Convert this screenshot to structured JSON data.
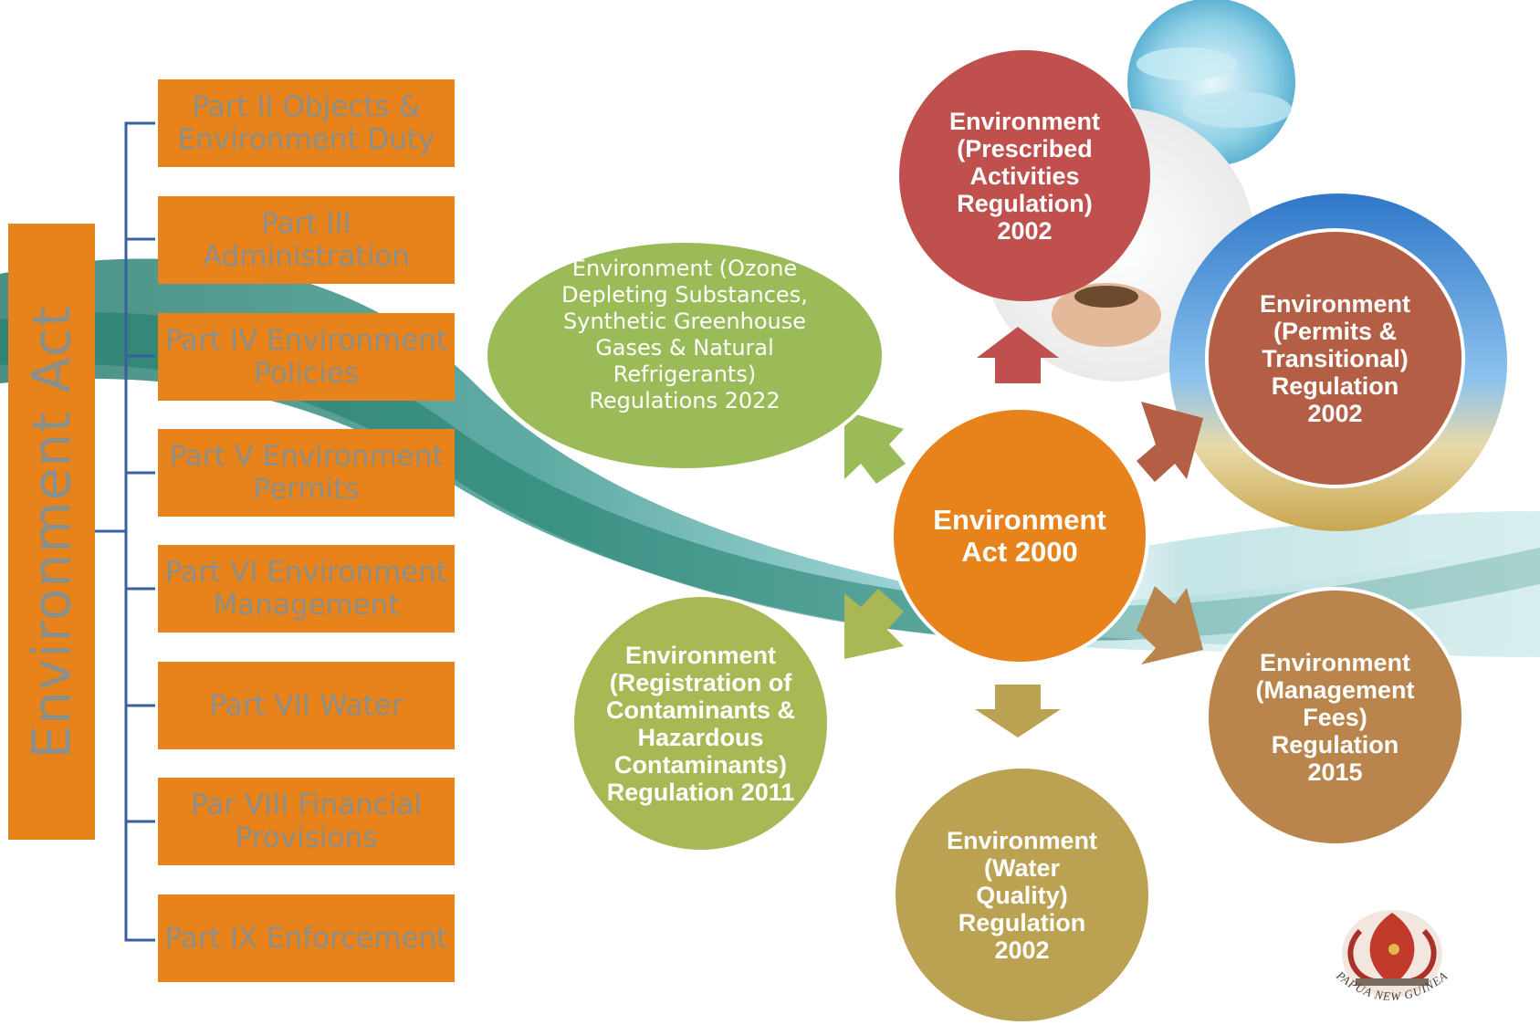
{
  "title": "Environment Act",
  "parts": [
    "Part II Objects & Environment Duty",
    "Part III Administration",
    "Part IV Environment Policies",
    "Part V Environment Permits",
    "Part VI Environment Management",
    "Part VII Water",
    "Par VIII Financial Provisions",
    "Part IX Enforcement"
  ],
  "center": "Environment Act 2000",
  "regulations": {
    "prescribed": "Environment (Prescribed Activities Regulation) 2002",
    "permits": "Environment (Permits & Transitional) Regulation 2002",
    "fees": "Environment (Management Fees) Regulation 2015",
    "water": "Environment (Water Quality) Regulation 2002",
    "contaminants": "Environment (Registration of Contaminants & Hazardous Contaminants) Regulation 2011",
    "ozone": "Environment (Ozone Depleting Substances, Synthetic Greenhouse Gases & Natural Refrigerants) Regulations 2022"
  },
  "logo_text": "PAPUA NEW GUINEA",
  "colors": {
    "orange": "#E8821A",
    "grey_text": "#8B8F8A",
    "red": "#C0504D",
    "brown_red": "#B35E45",
    "tan": "#B9854C",
    "olive": "#BBA253",
    "green_light": "#A9B754",
    "green": "#9BBB59",
    "bracket": "#3A5F9E"
  }
}
